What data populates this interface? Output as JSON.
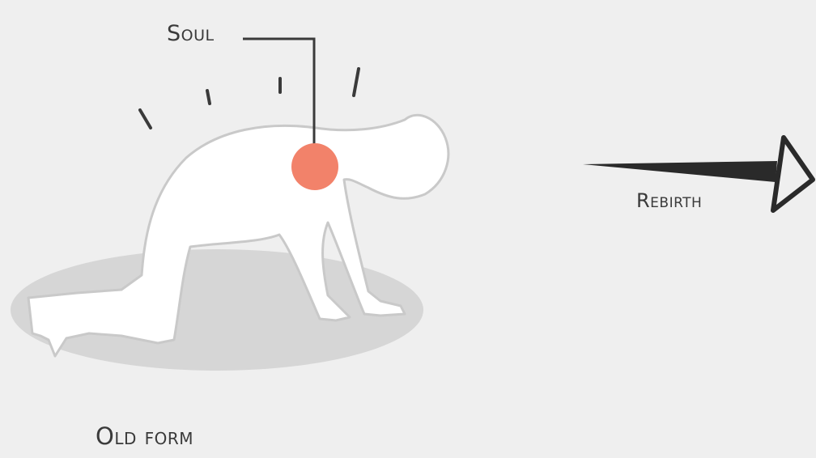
{
  "labels": {
    "soul": "Soul",
    "rebirth": "Rebirth",
    "old_form": "Old form"
  },
  "colors": {
    "background": "#efefef",
    "soul_fill": "#f2826a",
    "body_fill": "#ffffff",
    "body_outline": "#c9c9c9",
    "ground_shadow": "#d6d6d6",
    "line": "#3a3a3a"
  },
  "icons": {
    "arrow": "arrow-right-icon",
    "figure": "kneeling-figure-icon",
    "soul": "soul-dot-icon"
  }
}
